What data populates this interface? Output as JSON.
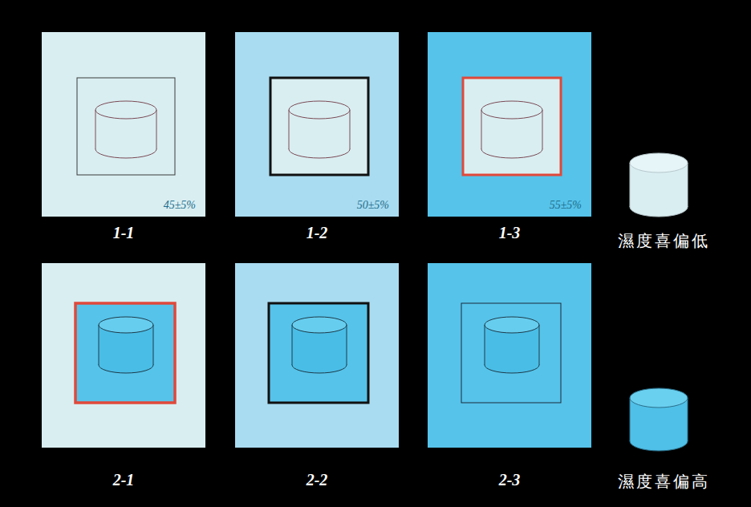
{
  "diagram": {
    "nodes": [
      {
        "text": [
          "45±5%",
          "1-1"
        ]
      },
      {
        "text": [
          "50±5%",
          "1-2"
        ]
      },
      {
        "text": [
          "55±5%",
          "1-3"
        ]
      },
      {
        "text": [
          "2-1"
        ]
      },
      {
        "text": [
          "2-2"
        ]
      },
      {
        "text": [
          "2-3"
        ]
      }
    ],
    "labels": [
      "濕度喜偏低",
      "濕度喜偏高"
    ]
  }
}
